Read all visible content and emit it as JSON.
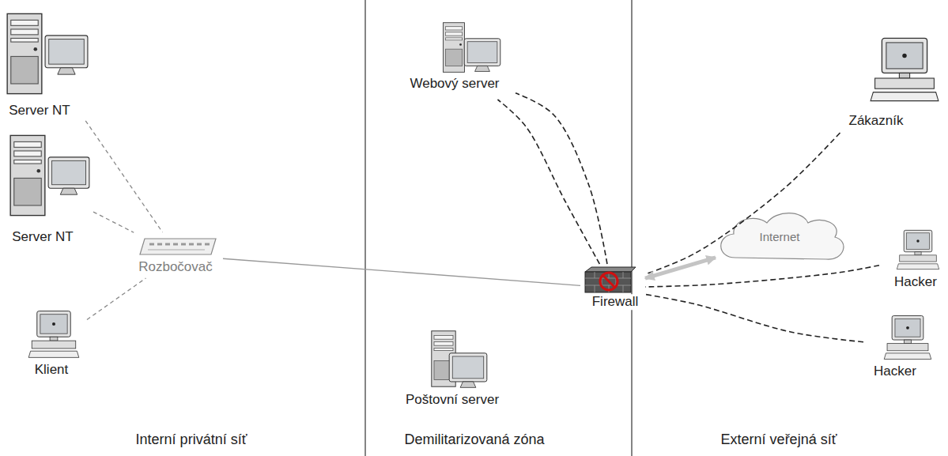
{
  "diagram": {
    "nodes": [
      {
        "text": [
          "Interní privátní síť"
        ]
      },
      {
        "text": [
          "Server NT"
        ],
        "in": 0
      },
      {
        "text": [
          "Server NT"
        ],
        "in": 0
      },
      {
        "text": [
          "Rozbočovač"
        ],
        "in": 0
      },
      {
        "text": [
          "Klient"
        ],
        "in": 0
      },
      {
        "text": [
          "Demilitarizovaná zóna"
        ]
      },
      {
        "text": [
          "Webový server"
        ],
        "in": 5
      },
      {
        "text": [
          "Poštovní server"
        ],
        "in": 5
      },
      {
        "text": [
          "Firewall"
        ]
      },
      {
        "text": [
          "Externí veřejná síť"
        ]
      },
      {
        "text": [
          "Zákazník"
        ],
        "in": 9
      },
      {
        "text": [
          "Internet"
        ],
        "in": 9
      },
      {
        "text": [
          "Hacker"
        ],
        "in": 9
      },
      {
        "text": [
          "Hacker"
        ],
        "in": 9
      }
    ],
    "edges": [
      {
        "from": 1,
        "to": 3,
        "arrow": "none"
      },
      {
        "from": 2,
        "to": 3,
        "arrow": "none"
      },
      {
        "from": 4,
        "to": 3,
        "arrow": "none"
      },
      {
        "from": 3,
        "to": 8,
        "arrow": "none"
      },
      {
        "from": 8,
        "to": 6,
        "arrow": "none"
      },
      {
        "from": 8,
        "to": 6,
        "arrow": "none"
      },
      {
        "from": 10,
        "to": 8,
        "arrow": "none"
      },
      {
        "from": 12,
        "to": 8,
        "arrow": "none"
      },
      {
        "from": 13,
        "to": 8,
        "arrow": "none"
      },
      {
        "from": 11,
        "to": 8,
        "arrow": "both"
      }
    ]
  }
}
